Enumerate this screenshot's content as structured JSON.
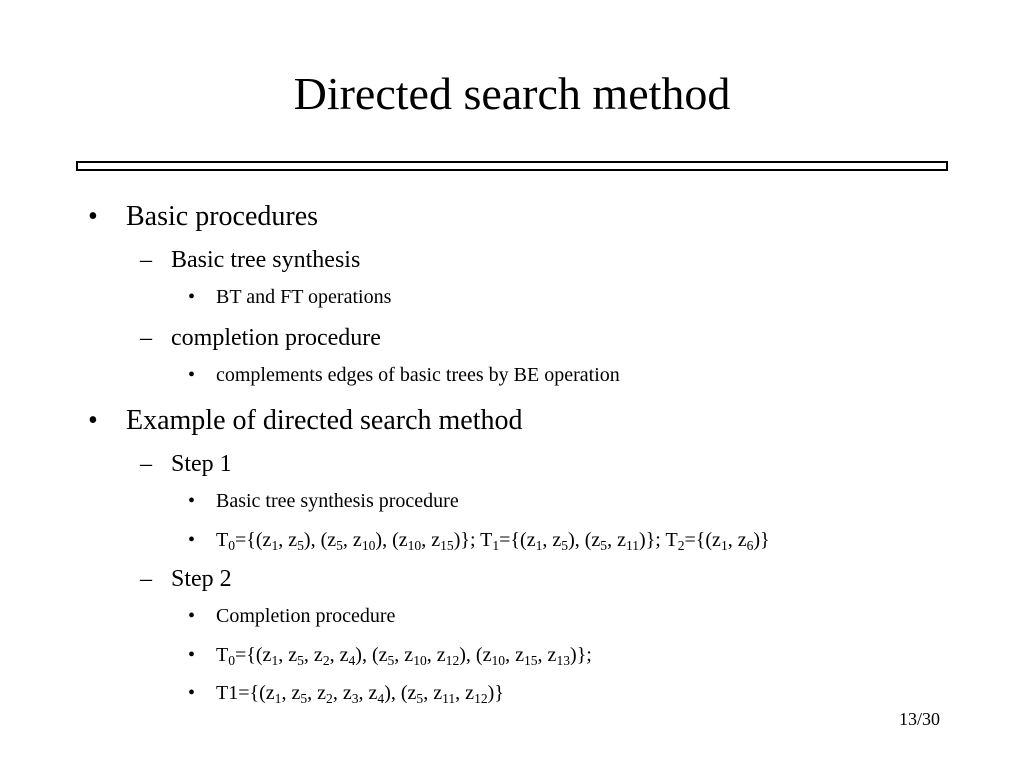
{
  "slide": {
    "title": "Directed search method",
    "page_number": "13/30",
    "bullet_glyph": "•",
    "dash_glyph": "–",
    "outline": [
      {
        "level": 1,
        "text": "Basic procedures"
      },
      {
        "level": 2,
        "text": "Basic tree synthesis"
      },
      {
        "level": 3,
        "text": "BT and FT operations"
      },
      {
        "level": 2,
        "text": "completion procedure"
      },
      {
        "level": 3,
        "text": "complements edges of basic trees by BE operation"
      },
      {
        "level": 1,
        "text": "Example of directed search method"
      },
      {
        "level": 2,
        "text": "Step 1"
      },
      {
        "level": 3,
        "text": "Basic tree synthesis procedure"
      },
      {
        "level": 3,
        "formula": [
          {
            "t": "T"
          },
          {
            "s": "0"
          },
          {
            "t": "={(z"
          },
          {
            "s": "1"
          },
          {
            "t": ", z"
          },
          {
            "s": "5"
          },
          {
            "t": "), (z"
          },
          {
            "s": "5"
          },
          {
            "t": ", z"
          },
          {
            "s": "10"
          },
          {
            "t": "), (z"
          },
          {
            "s": "10"
          },
          {
            "t": ", z"
          },
          {
            "s": "15"
          },
          {
            "t": ")}; T"
          },
          {
            "s": "1"
          },
          {
            "t": "={(z"
          },
          {
            "s": "1"
          },
          {
            "t": ", z"
          },
          {
            "s": "5"
          },
          {
            "t": "), (z"
          },
          {
            "s": "5"
          },
          {
            "t": ", z"
          },
          {
            "s": "11"
          },
          {
            "t": ")}; T"
          },
          {
            "s": "2"
          },
          {
            "t": "={(z"
          },
          {
            "s": "1"
          },
          {
            "t": ", z"
          },
          {
            "s": "6"
          },
          {
            "t": ")}"
          }
        ]
      },
      {
        "level": 2,
        "text": "Step 2"
      },
      {
        "level": 3,
        "text": "Completion procedure"
      },
      {
        "level": 3,
        "formula": [
          {
            "t": "T"
          },
          {
            "s": "0"
          },
          {
            "t": "={(z"
          },
          {
            "s": "1"
          },
          {
            "t": ", z"
          },
          {
            "s": "5"
          },
          {
            "t": ", z"
          },
          {
            "s": "2"
          },
          {
            "t": ", z"
          },
          {
            "s": "4"
          },
          {
            "t": "), (z"
          },
          {
            "s": "5"
          },
          {
            "t": ", z"
          },
          {
            "s": "10"
          },
          {
            "t": ", z"
          },
          {
            "s": "12"
          },
          {
            "t": "), (z"
          },
          {
            "s": "10"
          },
          {
            "t": ", z"
          },
          {
            "s": "15"
          },
          {
            "t": ", z"
          },
          {
            "s": "13"
          },
          {
            "t": ")};"
          }
        ]
      },
      {
        "level": 3,
        "formula": [
          {
            "t": "T1={(z"
          },
          {
            "s": "1"
          },
          {
            "t": ", z"
          },
          {
            "s": "5"
          },
          {
            "t": ", z"
          },
          {
            "s": "2"
          },
          {
            "t": ", z"
          },
          {
            "s": "3"
          },
          {
            "t": ", z"
          },
          {
            "s": "4"
          },
          {
            "t": "), (z"
          },
          {
            "s": "5"
          },
          {
            "t": ", z"
          },
          {
            "s": "11"
          },
          {
            "t": ", z"
          },
          {
            "s": "12"
          },
          {
            "t": ")}"
          }
        ]
      }
    ]
  }
}
